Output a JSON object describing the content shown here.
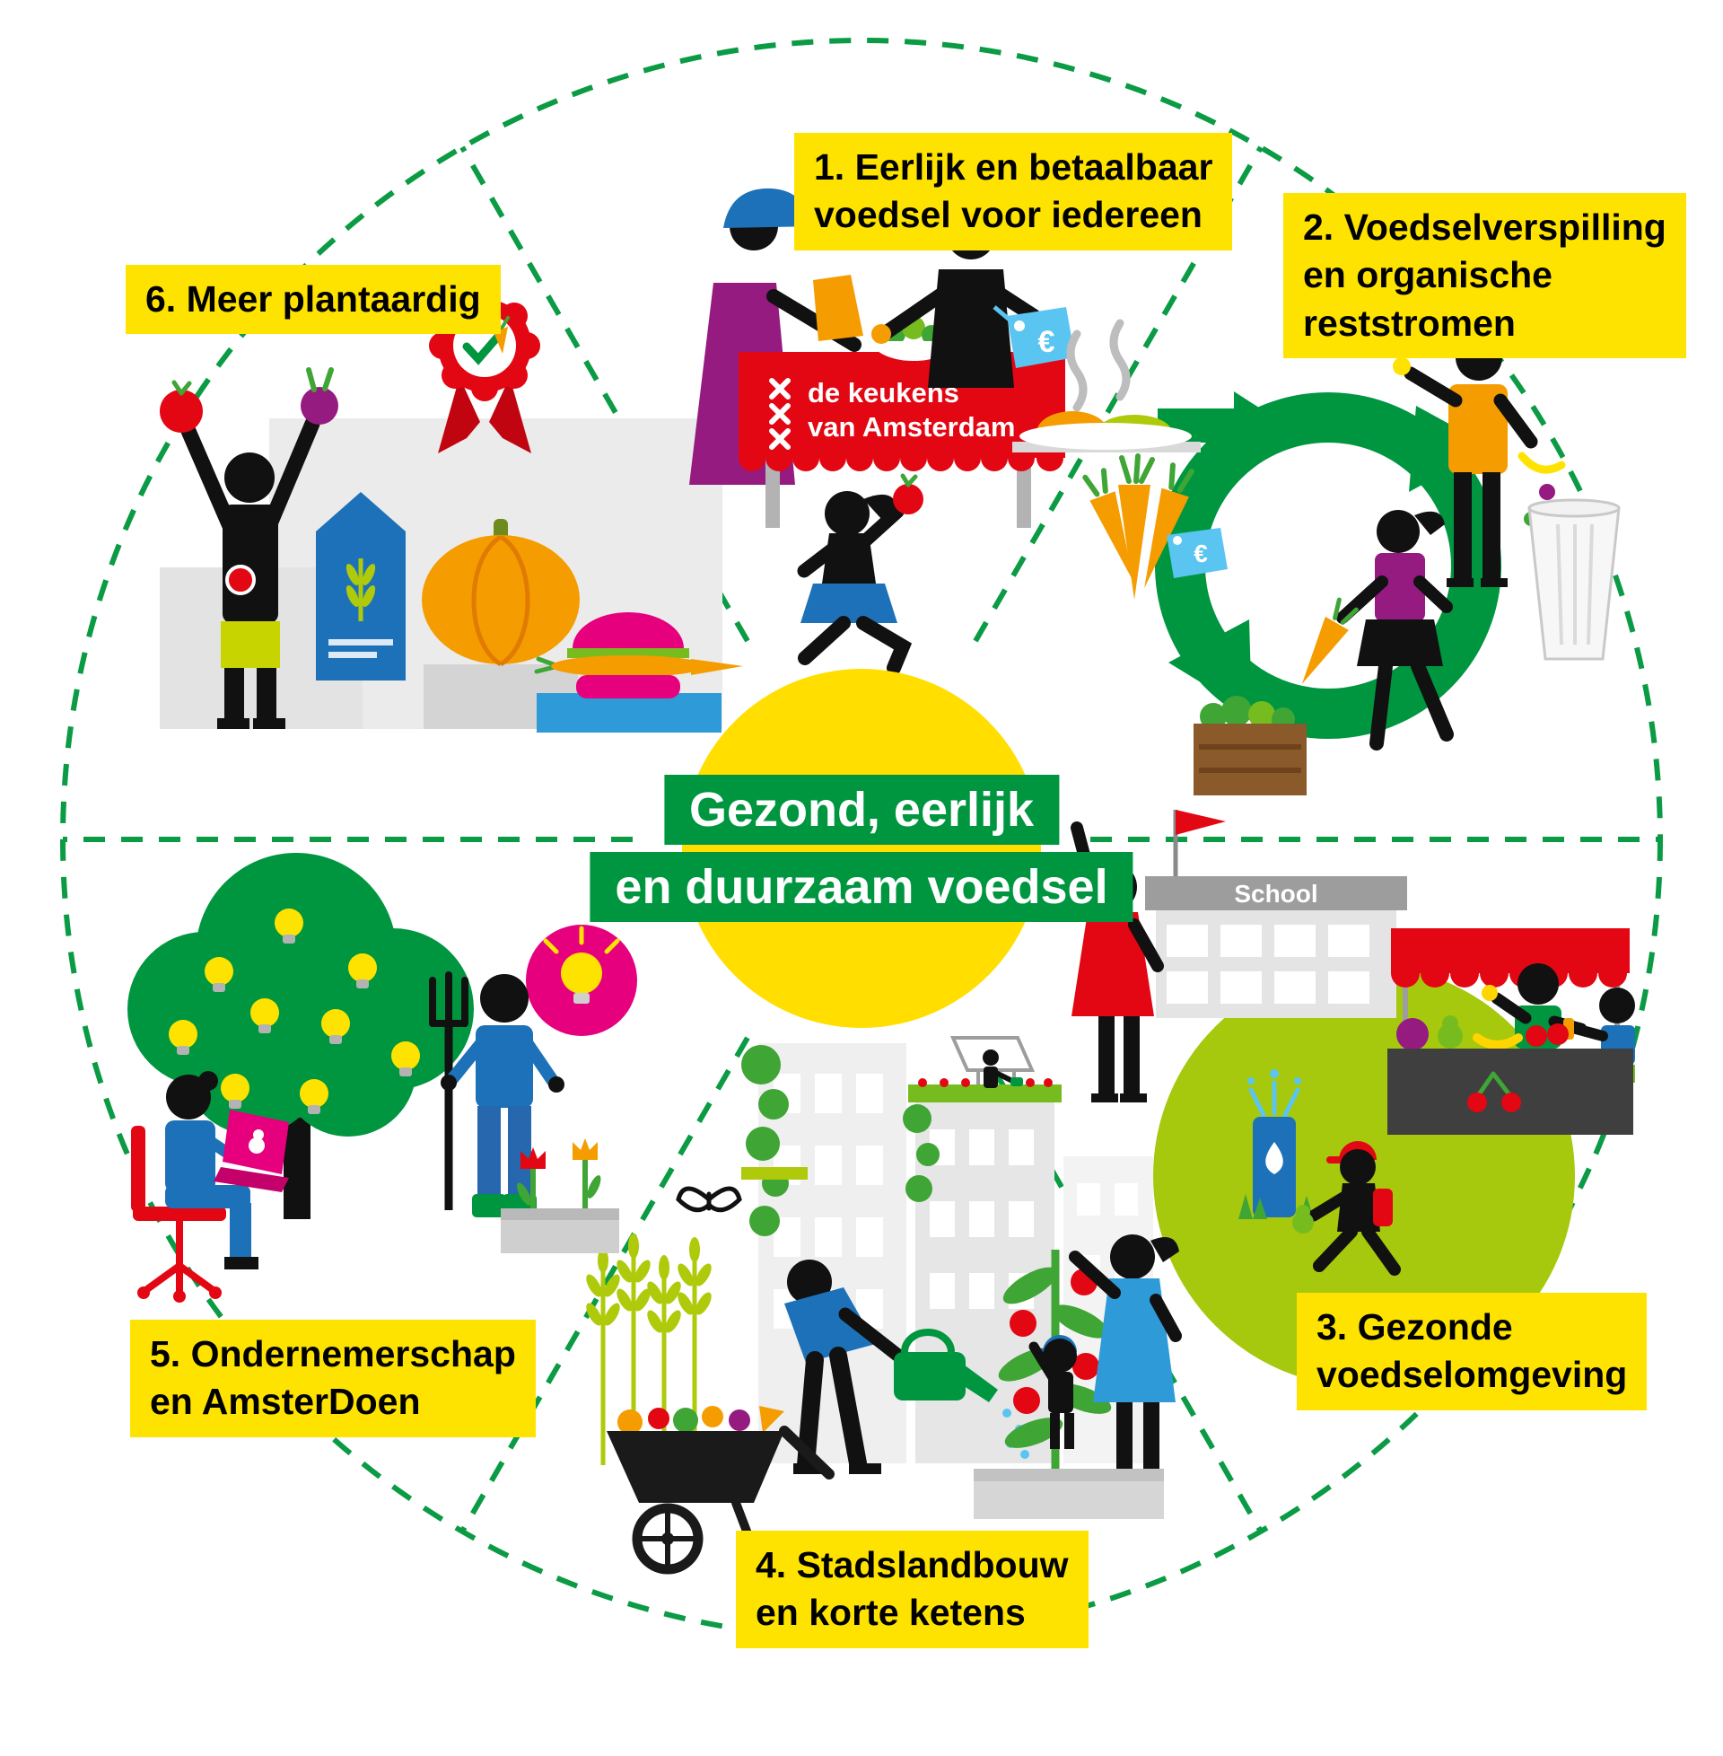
{
  "center": {
    "title_line1": "Gezond, eerlijk",
    "title_line2": "en duurzaam voedsel"
  },
  "themes": [
    {
      "label": "1. Eerlijk en betaalbaar\nvoedsel voor iedereen"
    },
    {
      "label": "2. Voedselverspilling\nen organische\nreststromen"
    },
    {
      "label": "3. Gezonde\nvoedselomgeving"
    },
    {
      "label": "4. Stadslandbouw\nen korte ketens"
    },
    {
      "label": "5. Ondernemerschap\nen AmsterDoen"
    },
    {
      "label": "6. Meer plantaardig"
    }
  ],
  "scene_market": {
    "banner_line1": "de keukens",
    "banner_line2": "van Amsterdam",
    "price_tag": "€"
  },
  "scene_waste": {
    "price_tag": "€"
  },
  "scene_school": {
    "sign": "School"
  },
  "colors": {
    "yellow": "#FFE300",
    "center_yellow": "#FFDE00",
    "green": "#009640",
    "leaf_green": "#3FA535",
    "lime": "#AFCA0B",
    "red": "#E30613",
    "orange": "#F59C00",
    "purple": "#951B81",
    "blue": "#1D71B8",
    "sky_blue": "#2E9BD8",
    "light_blue": "#5BC5F2",
    "magenta": "#E6007E",
    "brown": "#8A5A2B",
    "gray": "#EBEBEB"
  }
}
